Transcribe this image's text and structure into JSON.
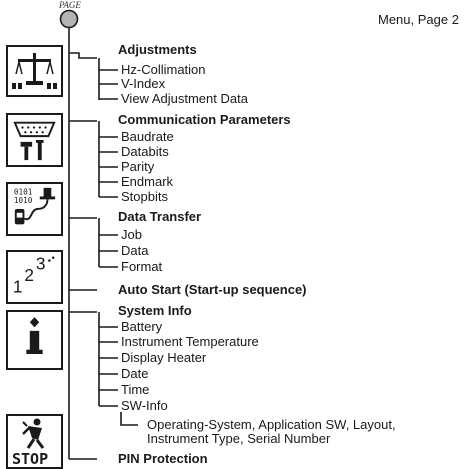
{
  "header": {
    "page_label": "PAGE",
    "page_title": "Menu, Page 2"
  },
  "icons": {
    "adjustments": "balance-scale-icon",
    "communication": "connector-tools-icon",
    "data_transfer": "data-cable-icon",
    "auto_start": "sequence-123-icon",
    "system_info": "info-icon",
    "pin": "stop-person-icon",
    "stop_text": "STOP",
    "sequence_text": "1 2 3 ..",
    "data_bits_top": "0101",
    "data_bits_bottom": "1010"
  },
  "menu": {
    "adjustments": {
      "title": "Adjustments",
      "items": [
        "Hz-Collimation",
        "V-Index",
        "View Adjustment Data"
      ]
    },
    "communication": {
      "title": "Communication Parameters",
      "items": [
        "Baudrate",
        "Databits",
        "Parity",
        "Endmark",
        "Stopbits"
      ]
    },
    "data_transfer": {
      "title": "Data Transfer",
      "items": [
        "Job",
        "Data",
        "Format"
      ]
    },
    "auto_start": {
      "title": "Auto Start (Start-up sequence)"
    },
    "system_info": {
      "title": "System Info",
      "items": [
        "Battery",
        "Instrument Temperature",
        "Display Heater",
        "Date",
        "Time",
        "SW-Info"
      ],
      "sw_info_detail": [
        "Operating-System, Application SW, Layout,",
        "Instrument Type, Serial Number"
      ]
    },
    "pin": {
      "title": "PIN Protection"
    }
  }
}
